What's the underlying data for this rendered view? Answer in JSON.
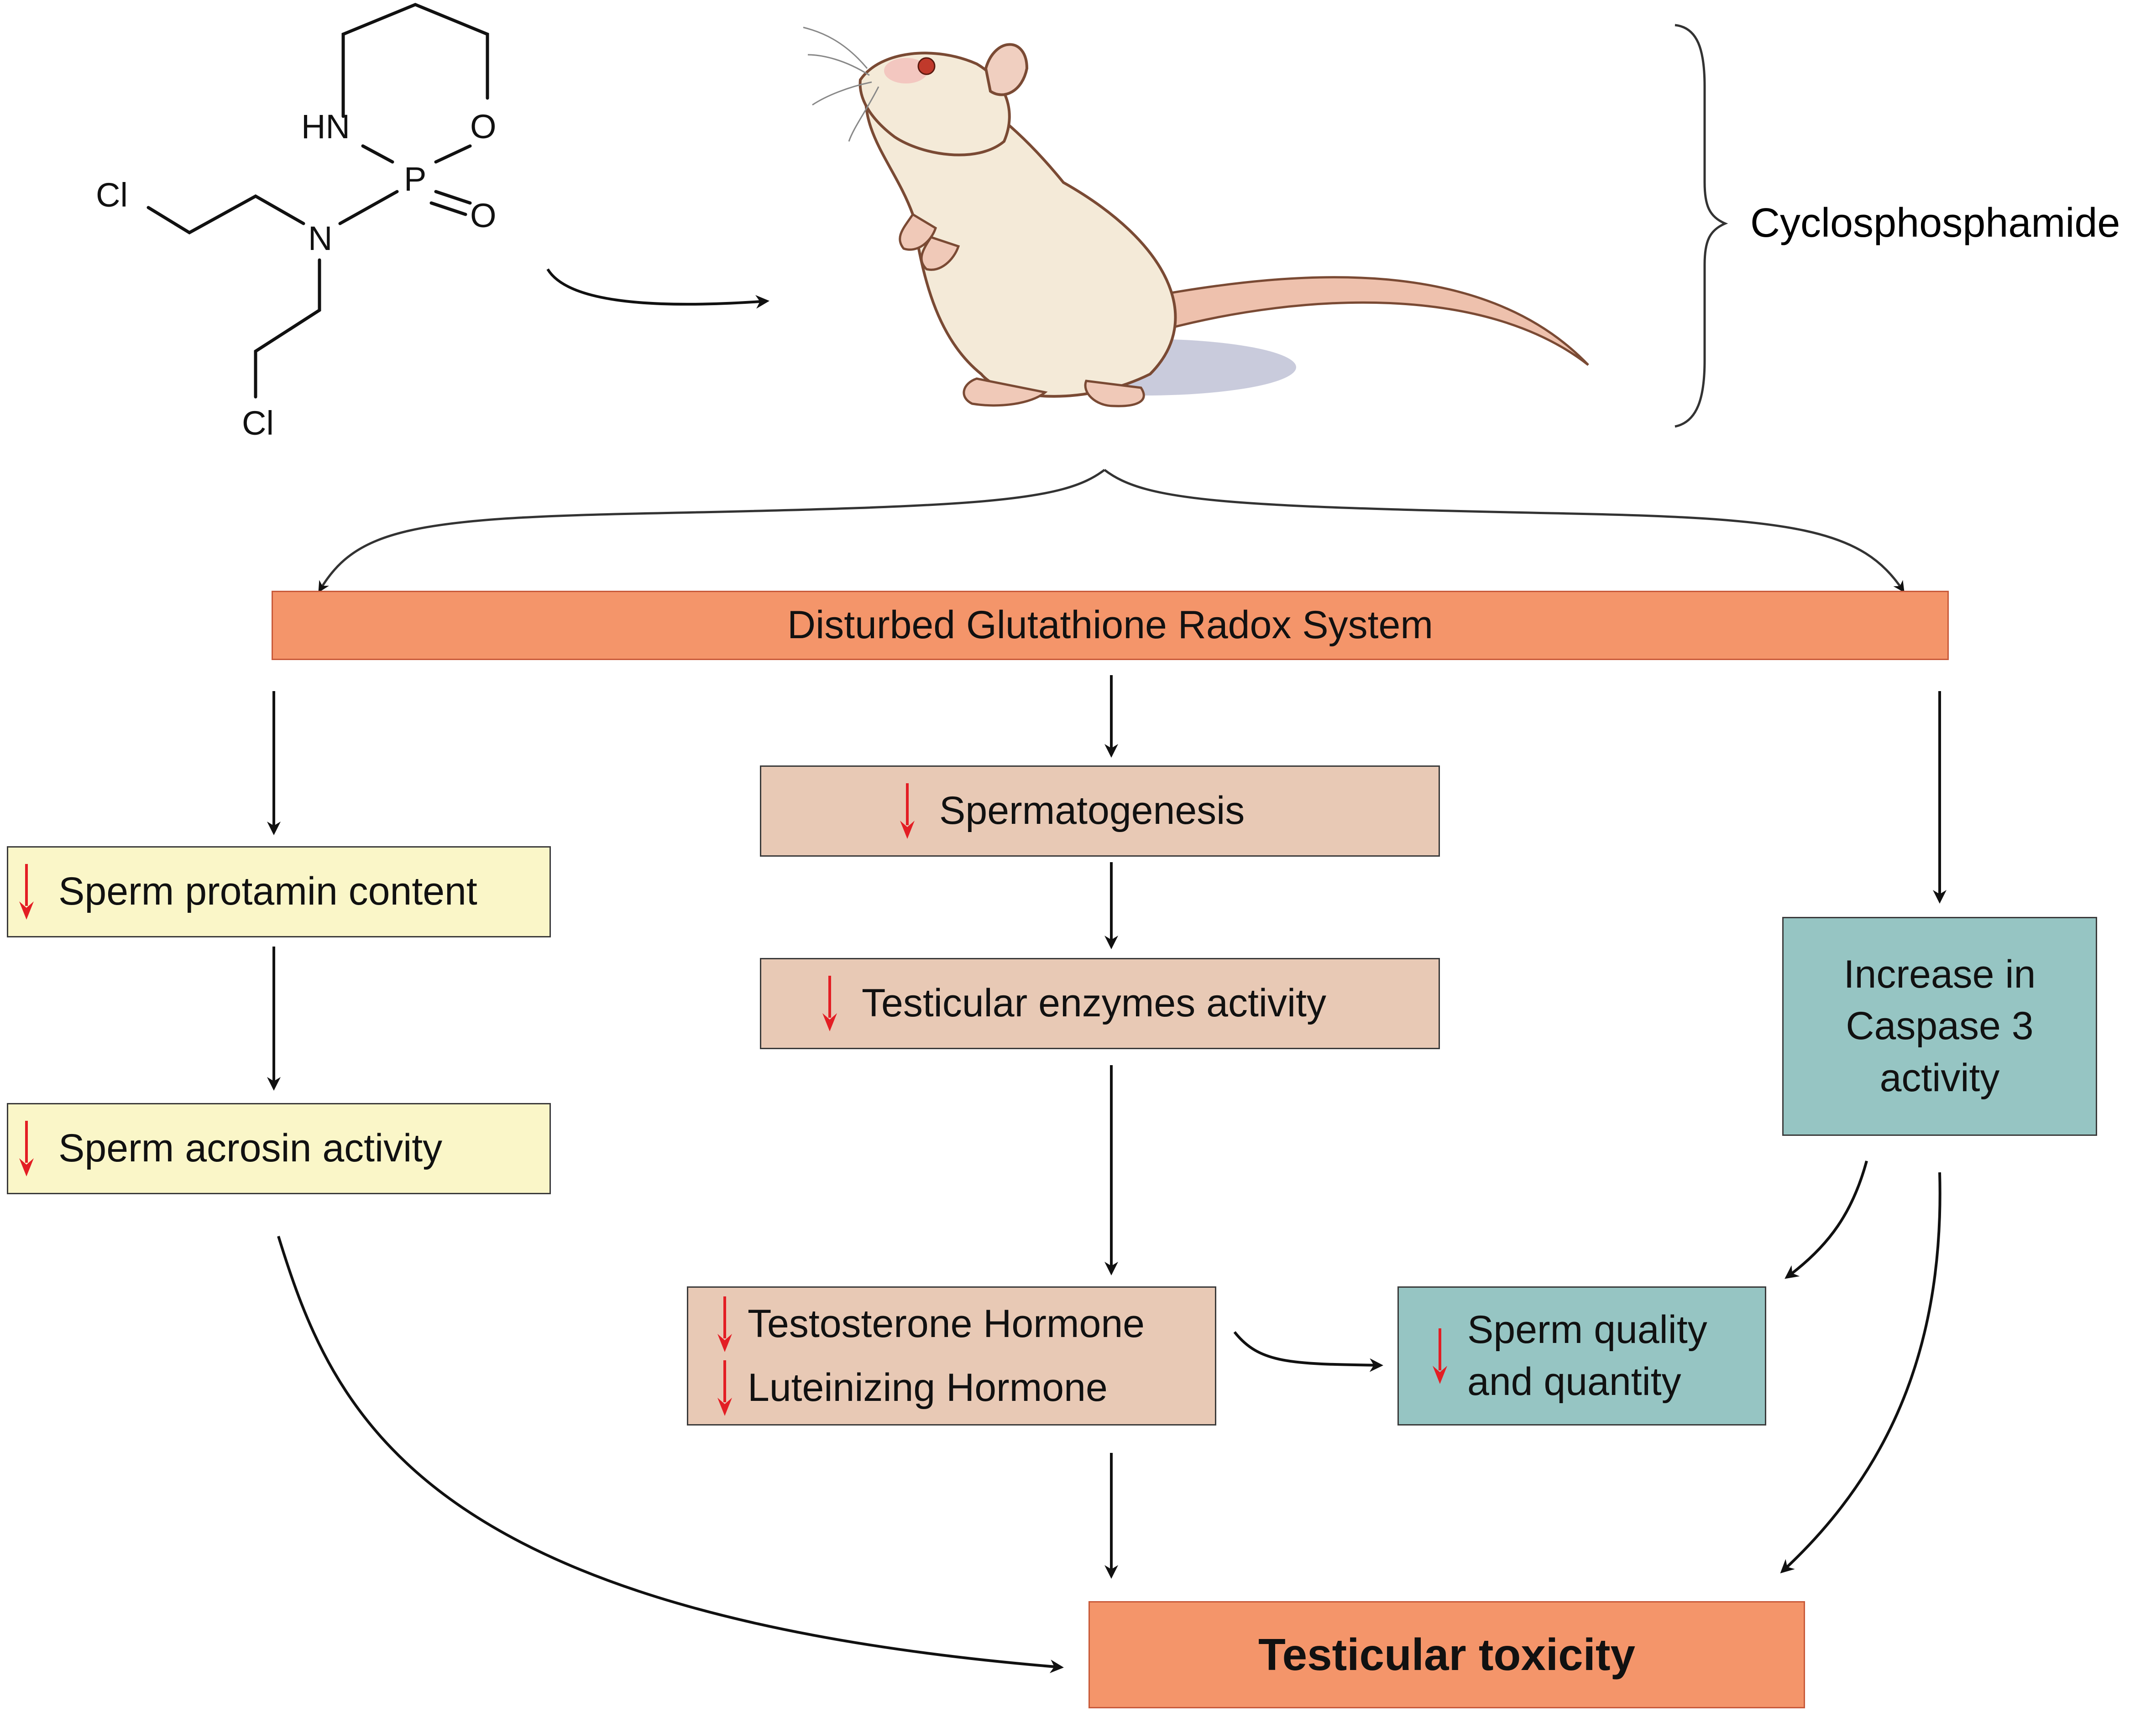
{
  "chem": {
    "hn": "HN",
    "o_ring": "O",
    "p": "P",
    "o_double": "O",
    "n": "N",
    "cl1": "Cl",
    "cl2": "Cl"
  },
  "drug_label": "Cyclosphosphamide",
  "nodes": {
    "gsh": "Disturbed Glutathione Radox System",
    "protamin": "Sperm protamin content",
    "acrosin": "Sperm acrosin activity",
    "spermatogenesis": "Spermatogenesis",
    "enzymes": "Testicular enzymes activity",
    "testosterone": "Testosterone Hormone",
    "lh": "Luteinizing Hormone",
    "caspase": [
      "Increase in",
      "Caspase 3",
      "activity"
    ],
    "sperm_quality": [
      "Sperm quality",
      "and quantity"
    ],
    "toxicity": "Testicular toxicity"
  },
  "colors": {
    "salmon": "#f4956a",
    "tan": "#e8c9b5",
    "yellow": "#faf6c8",
    "teal": "#96c5c3",
    "down_arrow": "#e31e24"
  }
}
